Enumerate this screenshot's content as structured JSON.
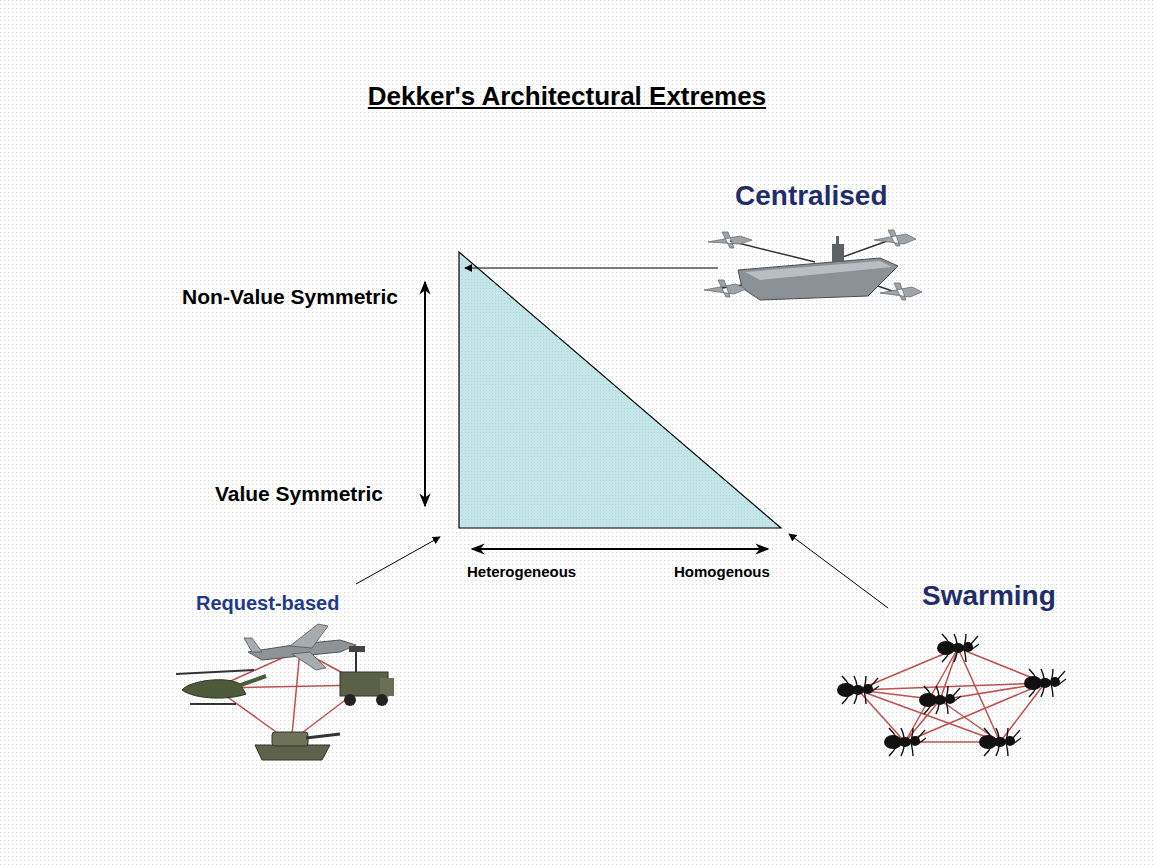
{
  "diagram": {
    "title": "Dekker's Architectural Extremes",
    "labels": [
      "Non-Value Symmetric",
      "Value Symmetric",
      "Heterogeneous",
      "Homogenous",
      "Centralised",
      "Request-based",
      "Swarming"
    ]
  }
}
